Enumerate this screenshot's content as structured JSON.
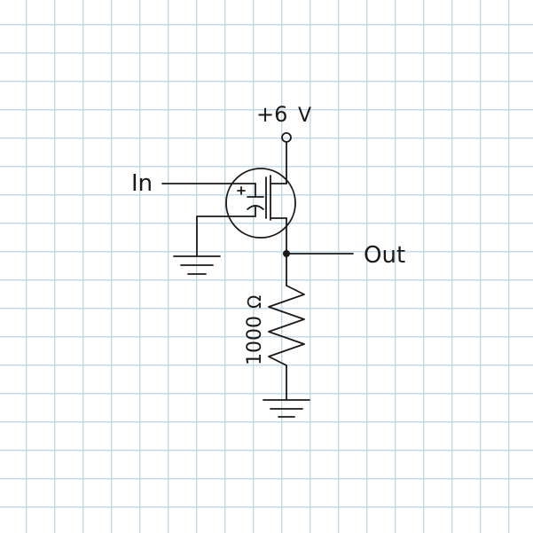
{
  "supply": {
    "value_label": "+6",
    "unit_symbol": "V"
  },
  "input_label": "In",
  "output_label": "Out",
  "resistor": {
    "value_label": "1000",
    "unit_symbol": "Ω"
  },
  "colors": {
    "ink": "#1a1a1a",
    "grid": "#c5dbe9",
    "paper": "#ffffff"
  }
}
